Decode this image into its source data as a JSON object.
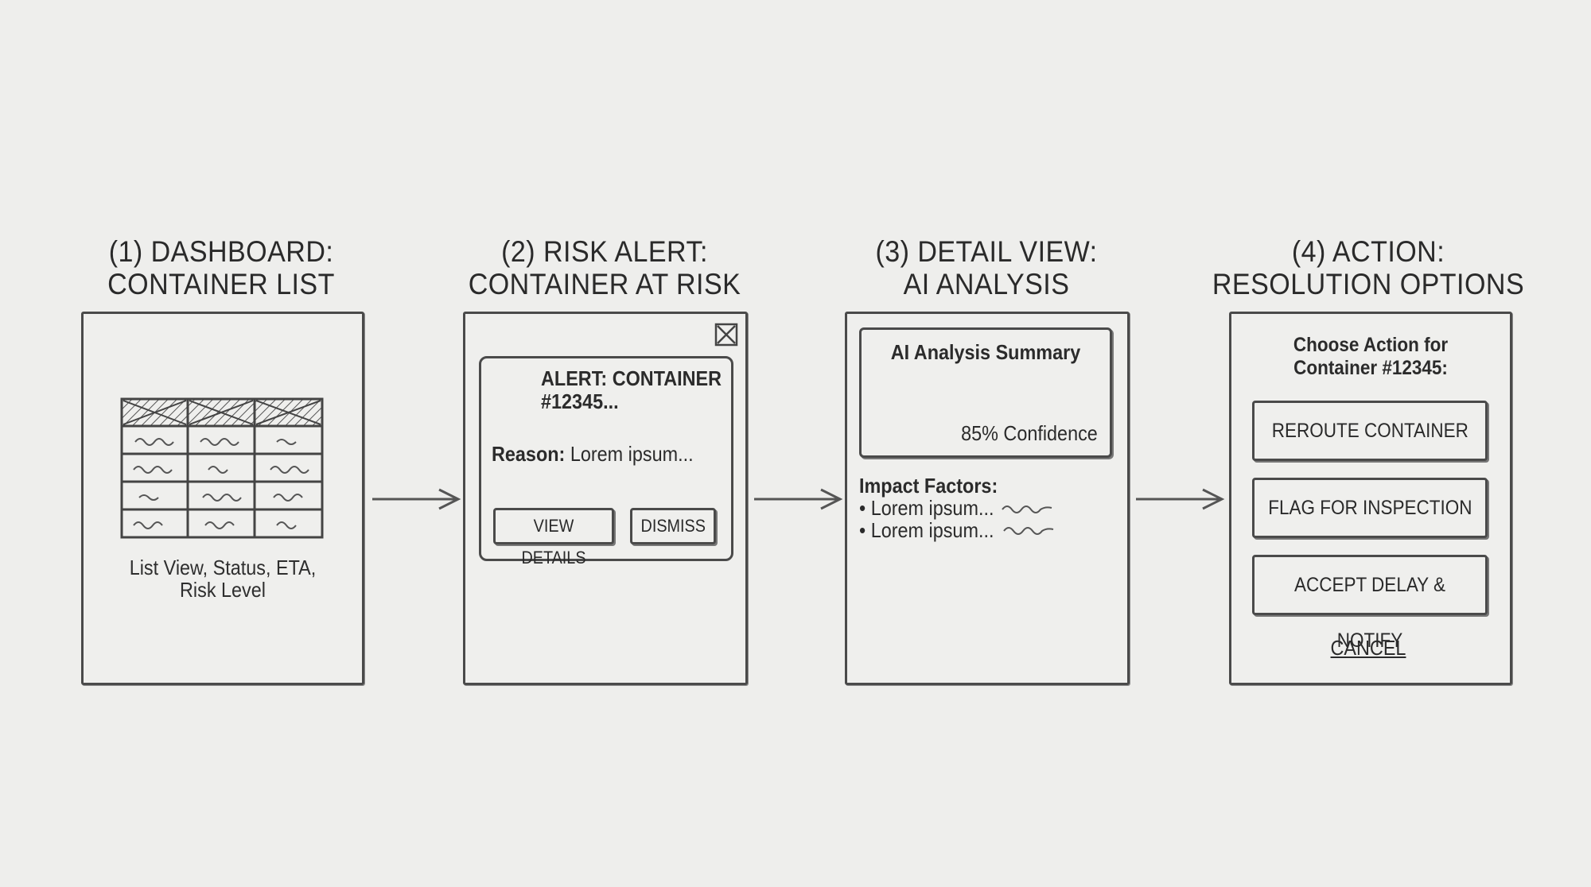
{
  "steps": [
    {
      "title_line1": "(1) DASHBOARD:",
      "title_line2": "CONTAINER LIST"
    },
    {
      "title_line1": "(2) RISK ALERT:",
      "title_line2": "CONTAINER AT RISK"
    },
    {
      "title_line1": "(3) DETAIL VIEW:",
      "title_line2": "AI ANALYSIS"
    },
    {
      "title_line1": "(4) ACTION:",
      "title_line2": "RESOLUTION OPTIONS"
    }
  ],
  "dashboard": {
    "caption_line1": "List View, Status, ETA,",
    "caption_line2": "Risk Level"
  },
  "alert": {
    "title_line1": "ALERT: CONTAINER",
    "title_line2": "#12345...",
    "reason_label": "Reason:",
    "reason_text": "Lorem ipsum...",
    "view_details_label": "VIEW DETAILS",
    "dismiss_label": "DISMISS",
    "close_icon": "close-x-box-icon",
    "warning_icon": "warning-triangle-icon"
  },
  "analysis": {
    "summary_title": "AI Analysis Summary",
    "confidence_value": 85,
    "confidence_text": "85% Confidence",
    "factors_title": "Impact Factors:",
    "factors": [
      "• Lorem ipsum...",
      "• Lorem ipsum..."
    ]
  },
  "action": {
    "prompt_line1": "Choose Action for",
    "prompt_line2": "Container #12345:",
    "options": [
      "REROUTE CONTAINER",
      "FLAG FOR INSPECTION",
      "ACCEPT DELAY & NOTIFY"
    ],
    "cancel_label": "CANCEL"
  },
  "colors": {
    "paper": "#eeeeec",
    "ink": "#4a4a4a"
  }
}
